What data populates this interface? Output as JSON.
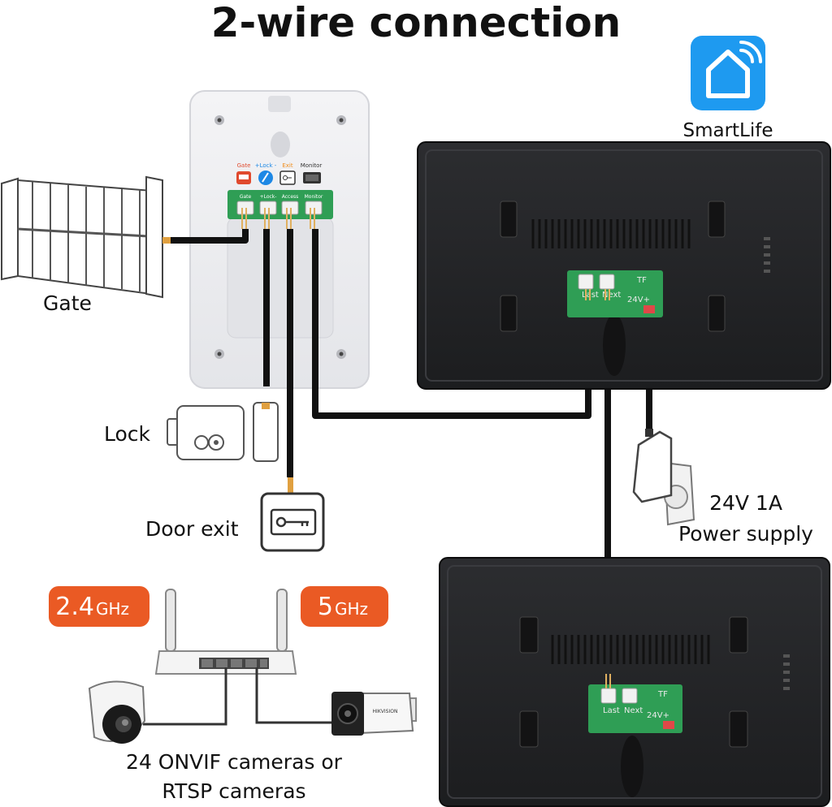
{
  "title": "2-wire connection",
  "app": {
    "name": "SmartLife",
    "icon": "smart-home-icon",
    "color": "#1e9af0"
  },
  "labels": {
    "gate": "Gate",
    "lock": "Lock",
    "door_exit": "Door exit",
    "power_line1": "24V 1A",
    "power_line2": "Power supply",
    "cameras_line1": "24 ONVIF cameras or",
    "cameras_line2": "RTSP cameras"
  },
  "doorbell_panel": {
    "top_labels": [
      {
        "text": "Gate",
        "color": "#e0492d"
      },
      {
        "text": "+Lock -",
        "color": "#1e88e5"
      },
      {
        "text": "Exit",
        "color": "#f08c1a"
      },
      {
        "text": "Monitor",
        "color": "#333333"
      }
    ],
    "terminals": [
      "Gate",
      "+Lock-",
      "Access",
      "Monitor"
    ]
  },
  "monitor_ports": {
    "last": "Last",
    "next": "Next",
    "power": "24V+",
    "card": "TF"
  },
  "wifi_badges": [
    {
      "main": "2.4",
      "unit": "GHz",
      "color": "#ea5a24"
    },
    {
      "main": "5",
      "unit": "GHz",
      "color": "#ea5a24"
    }
  ],
  "camera_brand": "HIKVISION"
}
